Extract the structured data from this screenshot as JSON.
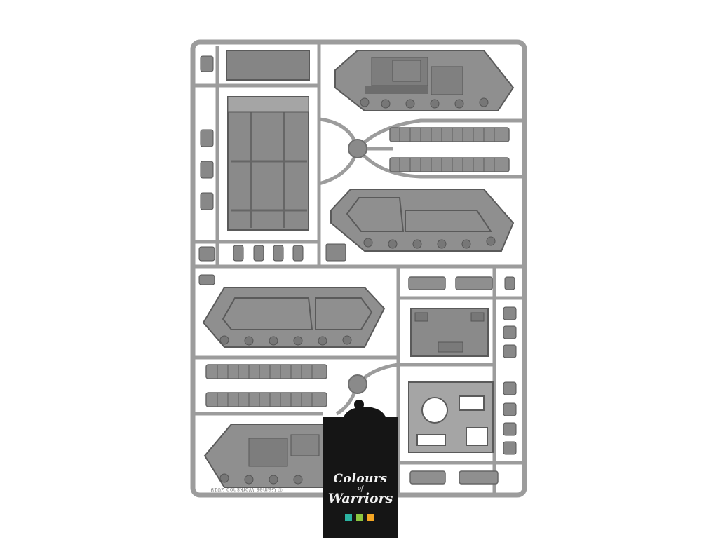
{
  "image": {
    "description_type": "product photograph",
    "background_color": "#ffffff",
    "sprue_color": "#9c9c9c",
    "part_color": "#8f8f8f"
  },
  "sprue": {
    "copyright_text": "© Games Workshop 2019"
  },
  "logo": {
    "line1": "Colours",
    "line2": "of",
    "line3": "Warriors",
    "swatch_colors": [
      "#2bb3a1",
      "#8cc63f",
      "#f5a623"
    ],
    "panel_color": "#151515"
  }
}
